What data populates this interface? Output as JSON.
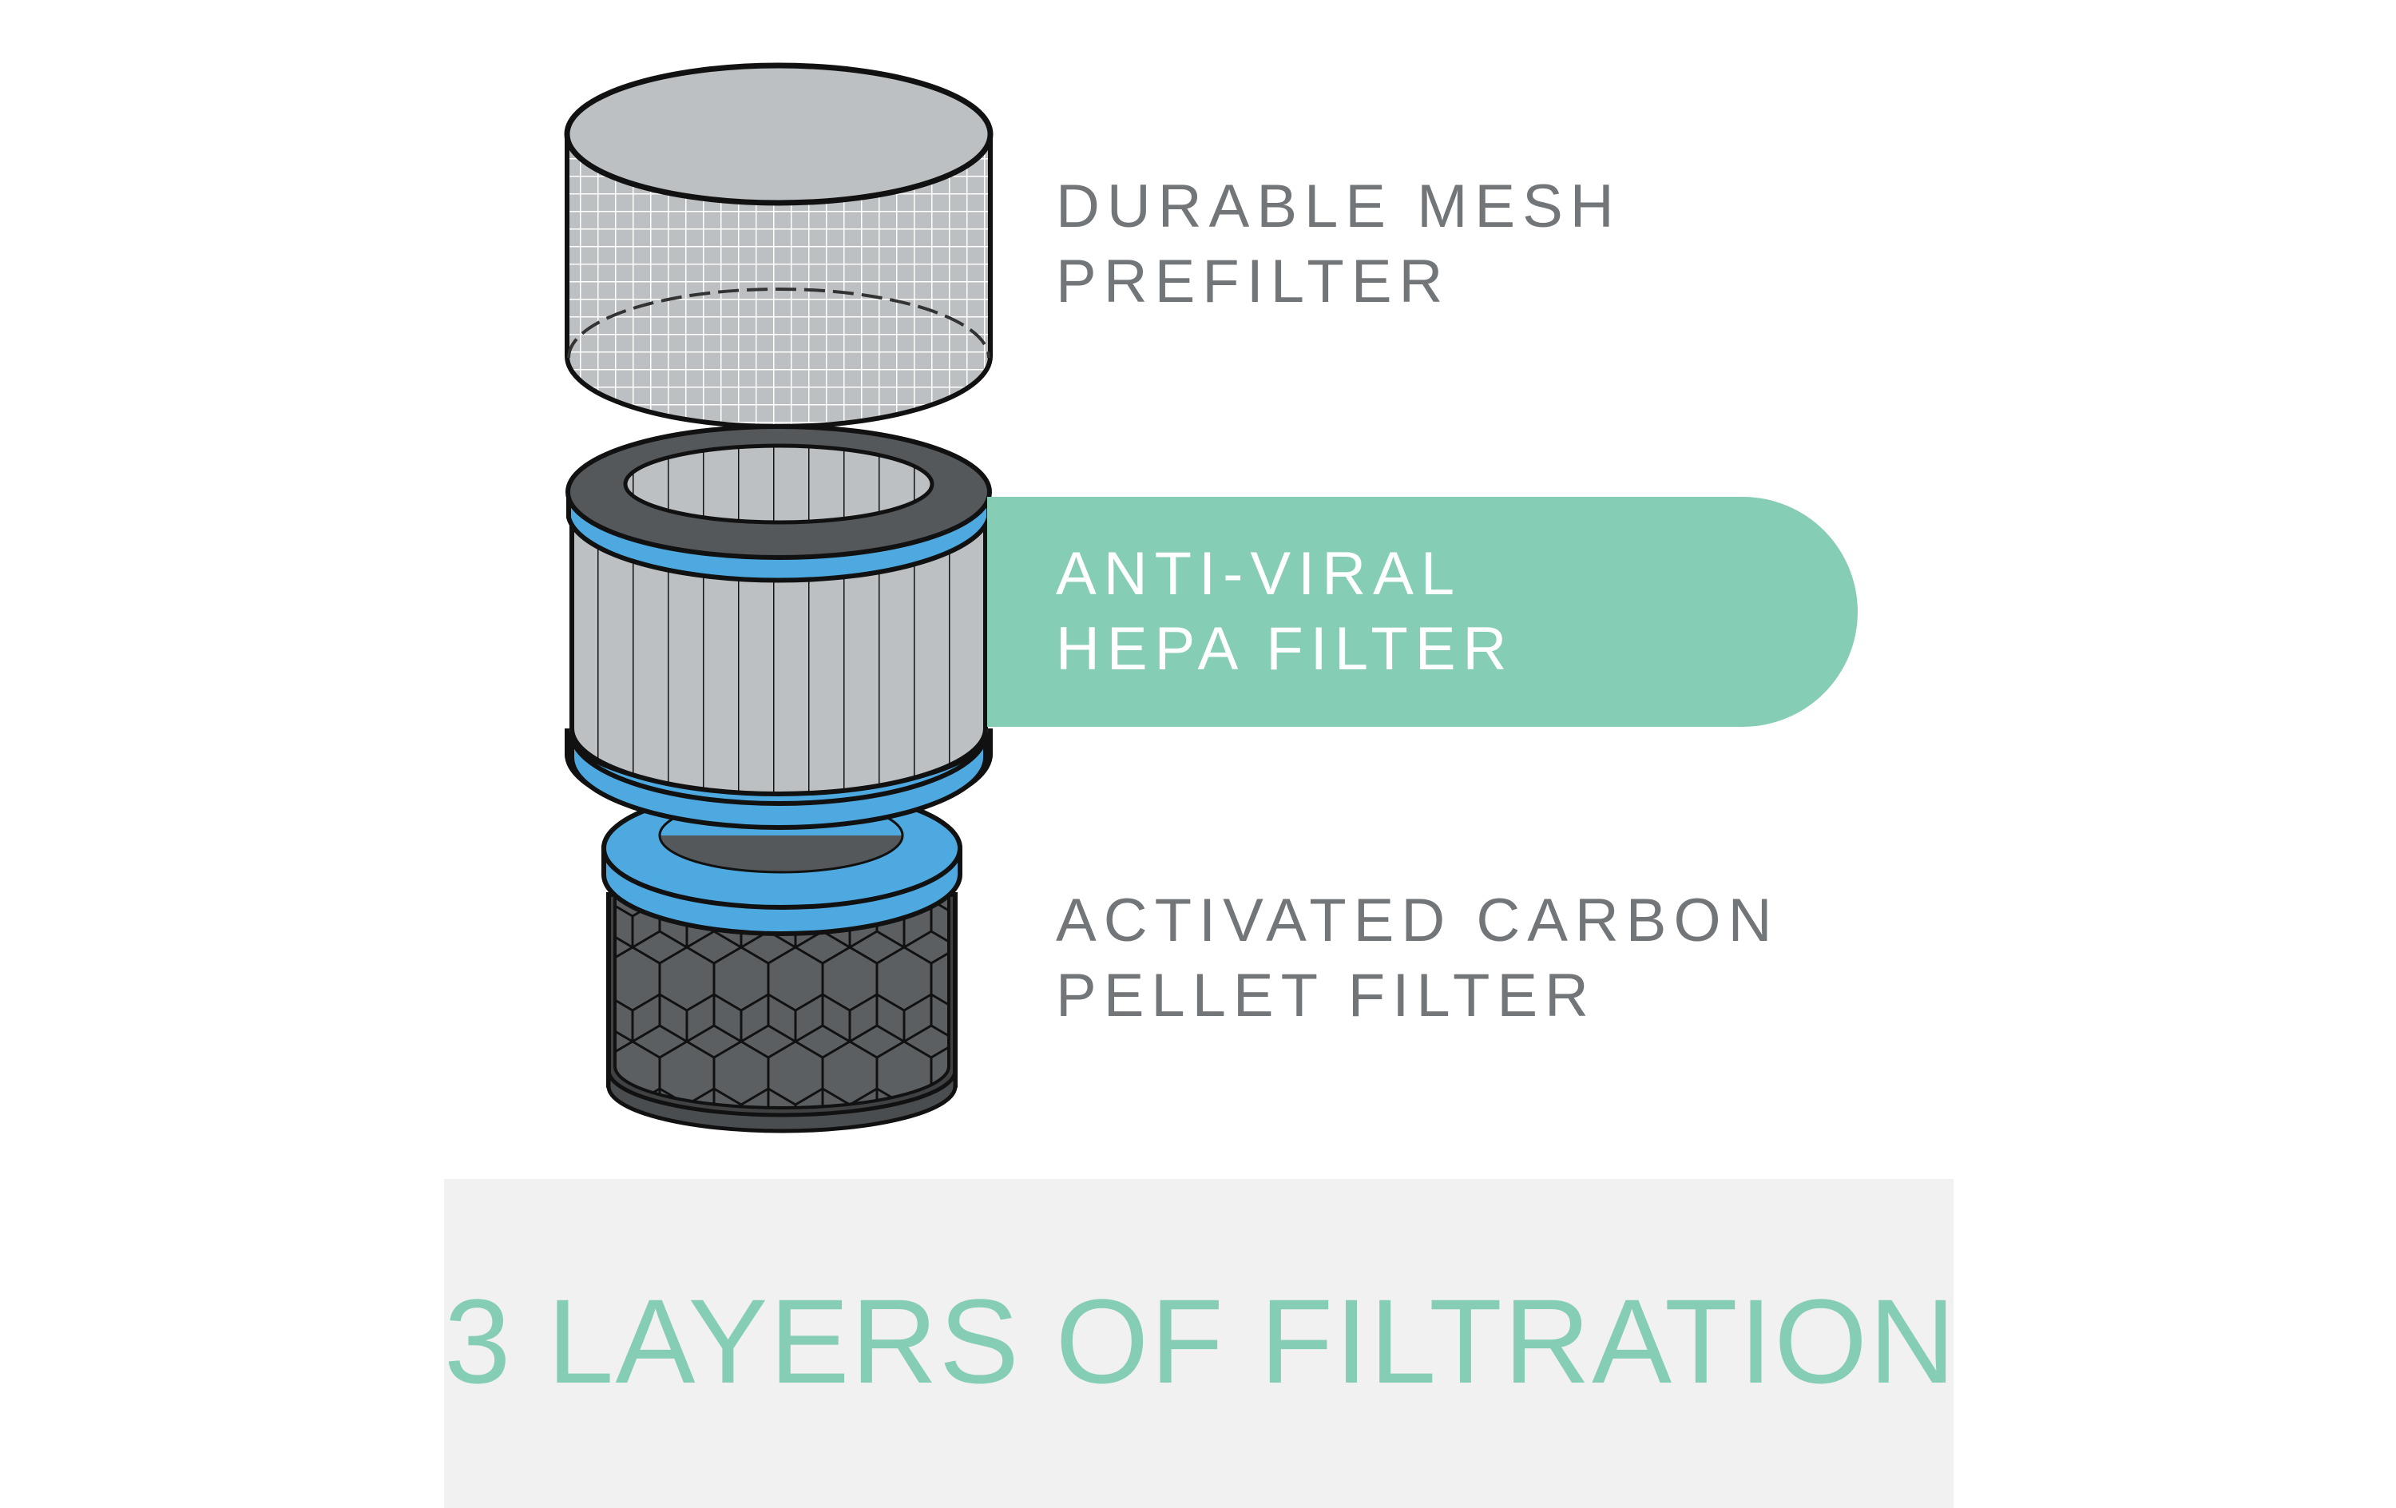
{
  "colors": {
    "label_gray": "#737679",
    "accent_green": "#86cdb6",
    "ring_blue": "#4ea9e0",
    "filter_gray": "#bcc0c2",
    "carbon_dark": "#5c5f62",
    "banner_bg": "#f0f1f0"
  },
  "layers": [
    {
      "id": "prefilter",
      "line1": "DURABLE MESH",
      "line2": "PREFILTER",
      "highlighted": false
    },
    {
      "id": "hepa",
      "line1": "ANTI-VIRAL",
      "line2": "HEPA FILTER",
      "highlighted": true
    },
    {
      "id": "carbon",
      "line1": "ACTIVATED CARBON",
      "line2": "PELLET FILTER",
      "highlighted": false
    }
  ],
  "banner": {
    "title": "3 LAYERS OF FILTRATION"
  }
}
